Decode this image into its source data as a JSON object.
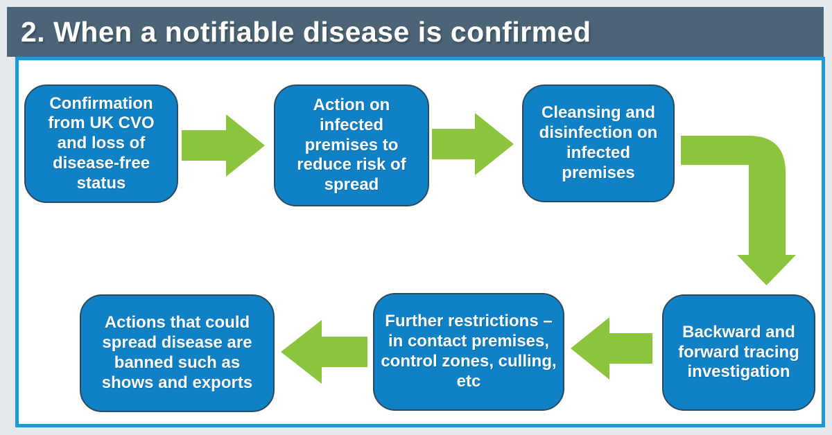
{
  "header": {
    "title": "2. When a notifiable disease is confirmed"
  },
  "colors": {
    "page-bg": "#e5e9ec",
    "header-bg": "#4b6577",
    "header-text": "#ffffff",
    "frame-border": "#1a9ad5",
    "box-fill": "#1181c6",
    "box-border": "#2a4a5f",
    "box-text": "#ffffff",
    "arrow-green": "#8cc43d"
  },
  "flow": {
    "steps": [
      {
        "text": "Confirmation from UK CVO and loss of disease-free status"
      },
      {
        "text": "Action on infected premises to reduce risk of spread"
      },
      {
        "text": "Cleansing and disinfection on infected premises"
      },
      {
        "text": "Backward and forward tracing investigation"
      },
      {
        "text": "Further restrictions – in contact premises, control zones, culling, etc"
      },
      {
        "text": "Actions that could spread disease are banned such as shows and exports"
      }
    ],
    "arrows": [
      {
        "name": "arrow-step1-to-step2",
        "direction": "right"
      },
      {
        "name": "arrow-step2-to-step3",
        "direction": "right"
      },
      {
        "name": "arrow-step3-to-step4",
        "direction": "elbow-down"
      },
      {
        "name": "arrow-step4-to-step5",
        "direction": "left"
      },
      {
        "name": "arrow-step5-to-step6",
        "direction": "left"
      }
    ]
  }
}
